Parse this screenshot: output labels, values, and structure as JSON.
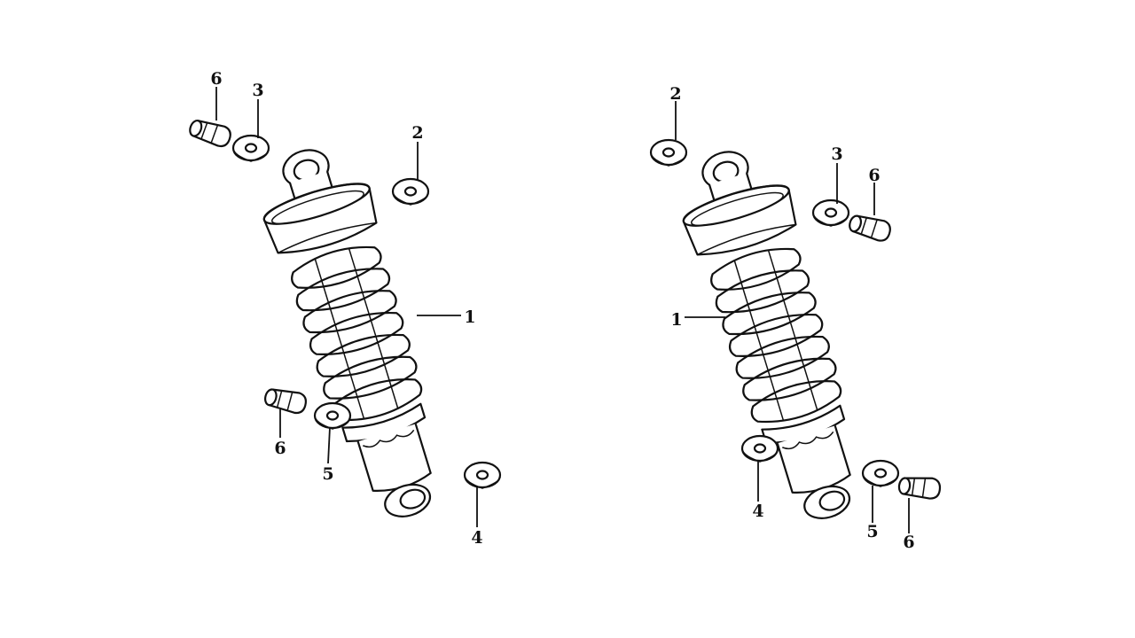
{
  "callouts": {
    "left": {
      "shock_absorber": "1",
      "upper_washer_right": "2",
      "upper_washer_left": "3",
      "lower_washer_large": "4",
      "lower_washer_small": "5",
      "cap_nut_upper": "6",
      "cap_nut_lower": "6"
    },
    "right": {
      "shock_absorber": "1",
      "upper_washer_left": "2",
      "upper_washer_right": "3",
      "lower_washer_large": "4",
      "lower_washer_small": "5",
      "cap_nut_upper": "6",
      "cap_nut_lower": "6"
    }
  }
}
